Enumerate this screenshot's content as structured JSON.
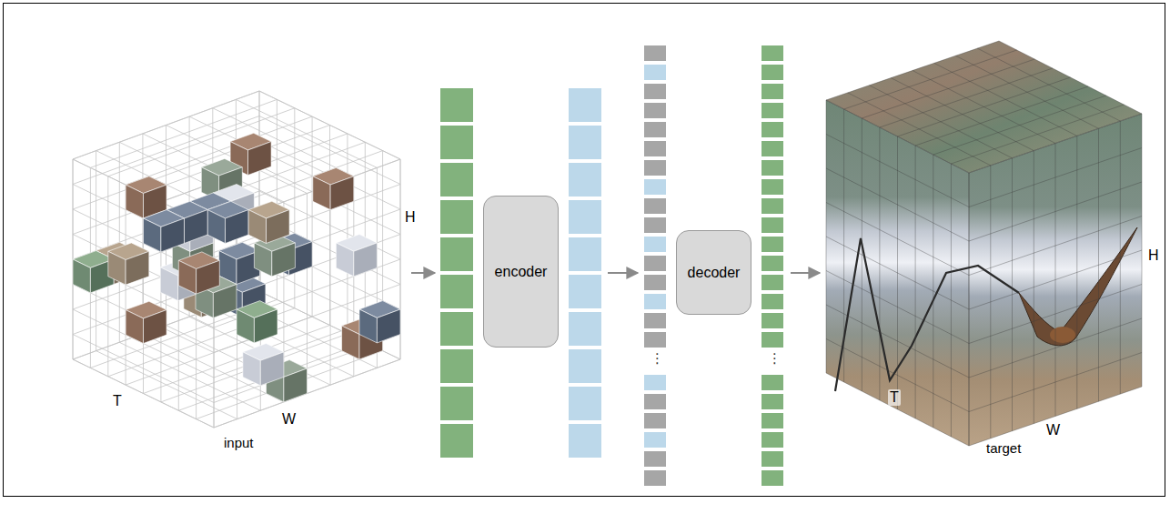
{
  "diagram": {
    "nodes": [
      {
        "text": [
          "encoder"
        ]
      },
      {
        "text": [
          "decoder"
        ]
      }
    ],
    "labels": [
      "H",
      "T",
      "W",
      "input",
      "⋮",
      "⋮",
      "H",
      "T",
      "W",
      "target"
    ]
  }
}
